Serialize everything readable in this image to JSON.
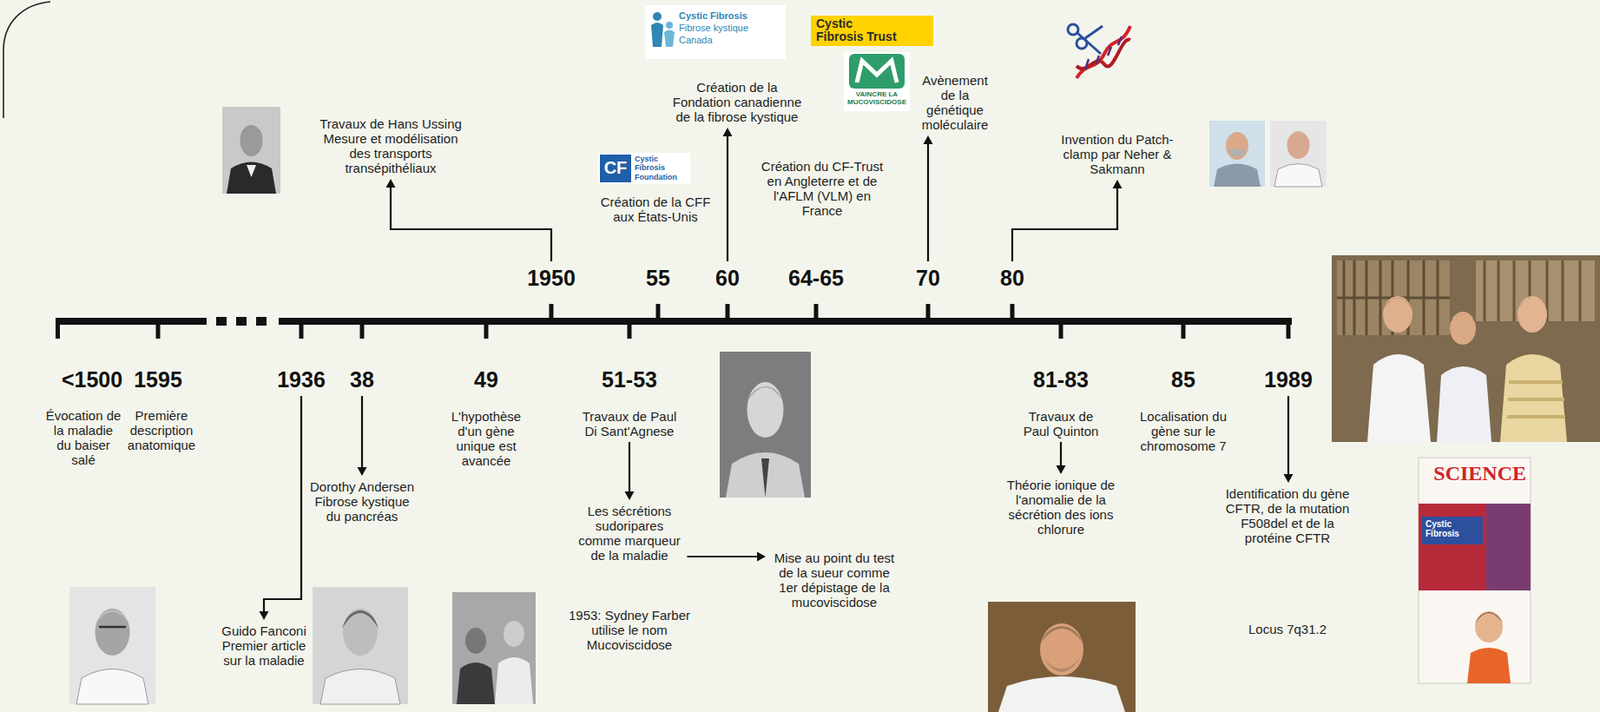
{
  "diagram": {
    "nodes": [
      {
        "text": [
          "Travaux de Hans Ussing",
          "Mesure et modélisation des transports transépithéliaux"
        ]
      },
      {
        "text": [
          "Création de la Fondation canadienne de la fibrose kystique"
        ]
      },
      {
        "text": [
          "Création de la CFF aux États-Unis"
        ]
      },
      {
        "text": [
          "Création du CF-Trust en Angleterre et de l'AFLM (VLM) en France"
        ]
      },
      {
        "text": [
          "Avènement de la génétique moléculaire"
        ]
      },
      {
        "text": [
          "Invention du Patch-clamp par Neher & Sakmann"
        ]
      },
      {
        "text": [
          "1950"
        ]
      },
      {
        "text": [
          "55"
        ]
      },
      {
        "text": [
          "60"
        ]
      },
      {
        "text": [
          "64-65"
        ]
      },
      {
        "text": [
          "70"
        ]
      },
      {
        "text": [
          "80"
        ]
      },
      {
        "text": [
          "<1500"
        ]
      },
      {
        "text": [
          "1595"
        ]
      },
      {
        "text": [
          "1936"
        ]
      },
      {
        "text": [
          "38"
        ]
      },
      {
        "text": [
          "49"
        ]
      },
      {
        "text": [
          "51-53"
        ]
      },
      {
        "text": [
          "81-83"
        ]
      },
      {
        "text": [
          "85"
        ]
      },
      {
        "text": [
          "1989"
        ]
      },
      {
        "text": [
          "Évocation de la maladie du baiser salé"
        ]
      },
      {
        "text": [
          "Première description anatomique"
        ]
      },
      {
        "text": [
          "L'hypothèse d'un gène unique est avancée"
        ]
      },
      {
        "text": [
          "Travaux de Paul Di Sant'Agnese"
        ]
      },
      {
        "text": [
          "Travaux de Paul Quinton"
        ]
      },
      {
        "text": [
          "Localisation du gène sur le chromosome 7"
        ]
      },
      {
        "text": [
          "Dorothy Andersen",
          "Fibrose kystique du pancréas"
        ]
      },
      {
        "text": [
          "Les sécrétions sudoripares comme marqueur de la maladie"
        ]
      },
      {
        "text": [
          "Mise au point du test de la sueur comme 1er dépistage de la mucoviscidose"
        ]
      },
      {
        "text": [
          "Théorie ionique de l'anomalie de la sécrétion des ions chlorure"
        ]
      },
      {
        "text": [
          "Identification du gène CFTR, de la mutation F508del et de la protéine CFTR"
        ]
      },
      {
        "text": [
          "Guido Fanconi",
          "Premier article sur la maladie"
        ]
      }
    ],
    "edges": [
      {
        "from": 6,
        "to": 0,
        "arrow": "to"
      },
      {
        "from": 8,
        "to": 1,
        "arrow": "to"
      },
      {
        "from": 10,
        "to": 4,
        "arrow": "to"
      },
      {
        "from": 11,
        "to": 5,
        "arrow": "to"
      },
      {
        "from": 14,
        "to": 32,
        "arrow": "to"
      },
      {
        "from": 15,
        "to": 27,
        "arrow": "to"
      },
      {
        "from": 24,
        "to": 28,
        "arrow": "to"
      },
      {
        "from": 28,
        "to": 29,
        "arrow": "to"
      },
      {
        "from": 25,
        "to": 30,
        "arrow": "to"
      },
      {
        "from": 20,
        "to": 31,
        "arrow": "to"
      }
    ],
    "labels": [
      "Cystic Fibrosis",
      "Fibrose kystique",
      "Canada",
      "Cystic",
      "Fibrosis Trust",
      "VAINCRE LA MUCOVISCIDOSE",
      "CF",
      "Cystic Fibrosis Foundation",
      "1953: Sydney Farber utilise le nom Mucoviscidose",
      "Locus 7q31.2",
      "SCIENCE",
      "Cystic Fibrosis"
    ]
  }
}
